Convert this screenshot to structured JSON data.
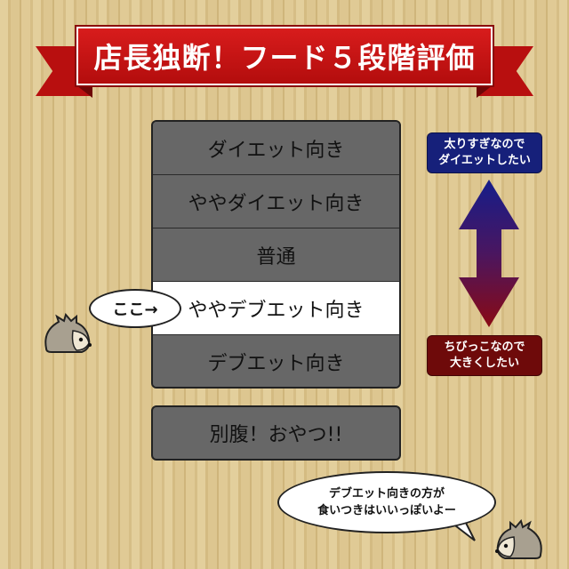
{
  "banner": {
    "title": "店長独断！フード５段階評価"
  },
  "scale": {
    "levels": [
      {
        "label": "ダイエット向き"
      },
      {
        "label": "ややダイエット向き"
      },
      {
        "label": "普通"
      },
      {
        "label": "ややデブエット向き"
      },
      {
        "label": "デブエット向き"
      }
    ],
    "selected_index": 3
  },
  "snack": {
    "label": "別腹！おやつ!!"
  },
  "side_labels": {
    "top": {
      "line1": "太りすぎなので",
      "line2": "ダイエットしたい"
    },
    "bottom": {
      "line1": "ちびっこなので",
      "line2": "大きくしたい"
    }
  },
  "bubbles": {
    "here": "ここ→",
    "tip": {
      "line1": "デブエット向きの方が",
      "line2": "食いつきはいいっぽいよー"
    }
  },
  "colors": {
    "banner": "#c81414",
    "level_default": "#676767",
    "level_selected": "#ffffff",
    "top_label": "#16207a",
    "bottom_label": "#6e0a0a",
    "arrow_top": "#151d8a",
    "arrow_bottom": "#8a0a14"
  }
}
